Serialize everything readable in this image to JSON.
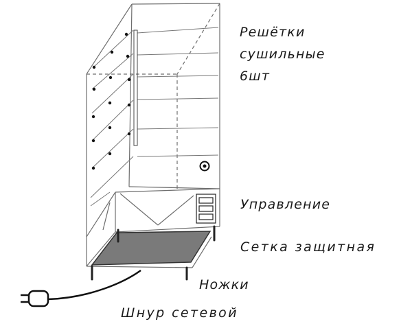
{
  "labels": {
    "racks_line1": "Решётки",
    "racks_line2": "сушильные",
    "racks_line3": "6шт",
    "control": "Управление",
    "mesh": "Сетка защитная",
    "legs": "Ножки",
    "cord": "Шнур сетевой"
  },
  "colors": {
    "stroke": "#6e6e6e",
    "dark_stroke": "#222222",
    "mesh_fill": "#7a7a7a",
    "text": "#1a1a1a"
  }
}
